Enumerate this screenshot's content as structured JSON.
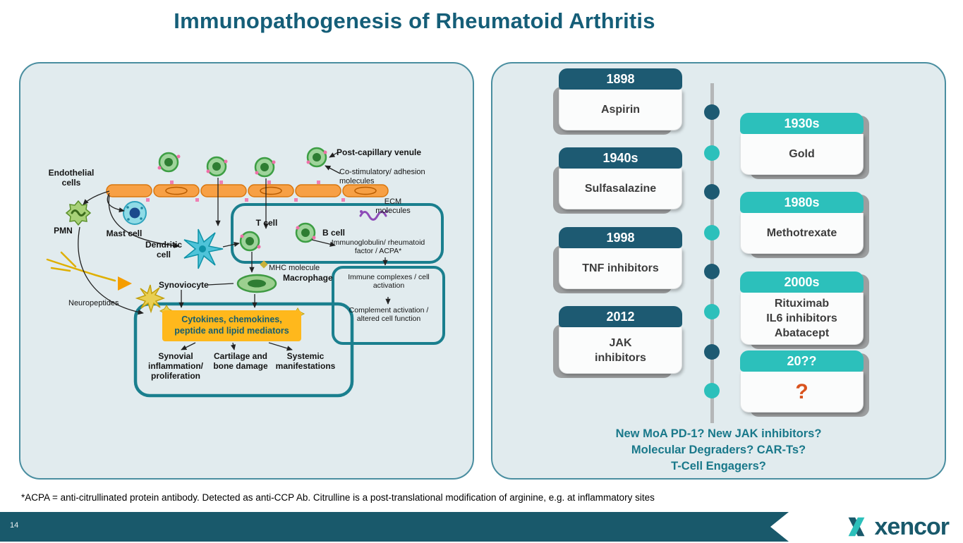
{
  "title": "Immunopathogenesis of Rheumatoid Arthritis",
  "diagram": {
    "post_capillary_venule": "Post-capillary venule",
    "co_stimulatory": "Co-stimulatory/ adhesion molecules",
    "endothelial_cells": "Endothelial cells",
    "ecm_molecules": "ECM molecules",
    "pmn": "PMN",
    "mast_cell": "Mast cell",
    "dendritic_cell": "Dendritic cell",
    "t_cell": "T cell",
    "b_cell": "B cell",
    "immunoglobulin": "Immunoglobulin/ rheumatoid factor / ACPA*",
    "mhc_molecule": "MHC molecule",
    "macrophage": "Macrophage",
    "synoviocyte": "Synoviocyte",
    "neuropeptides": "Neuropeptides",
    "immune_complexes": "Immune complexes / cell activation",
    "complement": "Complement activation / altered cell function",
    "cytokines": "Cytokines, chemokines, peptide and lipid mediators",
    "outcomes": [
      "Synovial inflammation/ proliferation",
      "Cartilage and bone damage",
      "Systemic manifestations"
    ]
  },
  "timeline": {
    "left_entries": [
      {
        "year": "1898",
        "lines": [
          "Aspirin"
        ]
      },
      {
        "year": "1940s",
        "lines": [
          "Sulfasalazine"
        ]
      },
      {
        "year": "1998",
        "lines": [
          "TNF inhibitors"
        ]
      },
      {
        "year": "2012",
        "lines": [
          "JAK",
          "inhibitors"
        ]
      }
    ],
    "right_entries": [
      {
        "year": "1930s",
        "lines": [
          "Gold"
        ]
      },
      {
        "year": "1980s",
        "lines": [
          "Methotrexate"
        ]
      },
      {
        "year": "2000s",
        "lines": [
          "Rituximab",
          "IL6 inhibitors",
          "Abatacept"
        ]
      },
      {
        "year": "20??",
        "lines": [
          "?"
        ]
      }
    ],
    "future_questions": [
      "New MoA PD-1? New JAK inhibitors?",
      "Molecular Degraders? CAR-Ts?",
      "T-Cell Engagers?"
    ]
  },
  "footnote": "*ACPA = anti-citrullinated protein antibody. Detected as anti-CCP Ab. Citrulline is a post-translational modification of arginine, e.g. at inflammatory sites",
  "footer": {
    "page_number": "14",
    "logo": "xencor"
  },
  "colors": {
    "dark_teal": "#1d5a72",
    "cyan": "#2cc0bb",
    "title_teal": "#155e78",
    "panel_bg": "#e1ebee",
    "orange_box": "#ffb81c",
    "question_orange": "#d9531e",
    "future_text": "#19788a"
  }
}
